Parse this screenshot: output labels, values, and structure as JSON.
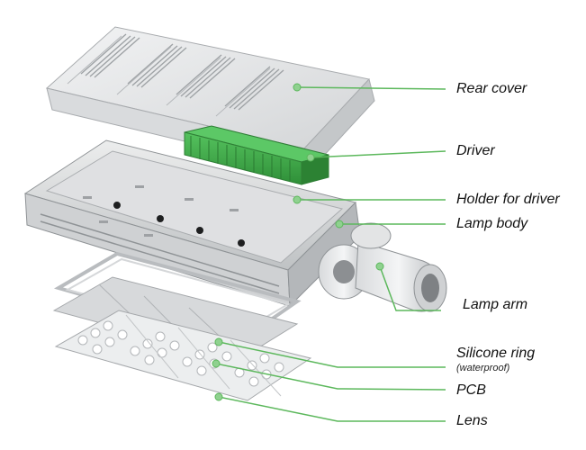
{
  "callouts": {
    "rear_cover": "Rear cover",
    "driver": "Driver",
    "holder_for_driver": "Holder for driver",
    "lamp_body": "Lamp body",
    "lamp_arm": "Lamp arm",
    "silicone_ring": "Silicone ring",
    "silicone_ring_note": "(waterproof)",
    "pcb": "PCB",
    "lens": "Lens"
  },
  "colors": {
    "leader_line": "#5cb85c",
    "leader_dot": "#8fd18f",
    "driver_green": "#3cae48",
    "metal_light": "#e6e7e8",
    "metal_mid": "#c9cbcd",
    "metal_dark": "#9a9da0",
    "text": "#111111"
  }
}
